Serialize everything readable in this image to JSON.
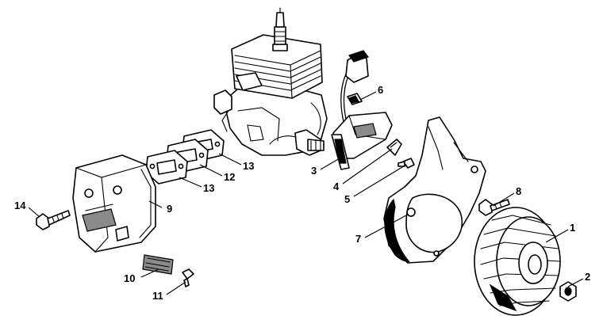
{
  "callouts": {
    "flywheel": "1",
    "nut": "2",
    "ignition_module": "3",
    "spring_clip": "4",
    "screw_5": "5",
    "plug_cap_insert": "6",
    "fan_housing": "7",
    "screw_8": "8",
    "muffler": "9",
    "spark_arrestor": "10",
    "screw_11": "11",
    "gasket_12": "12",
    "gasket_13_upper": "13",
    "gasket_13_lower": "13",
    "screw_14": "14"
  }
}
